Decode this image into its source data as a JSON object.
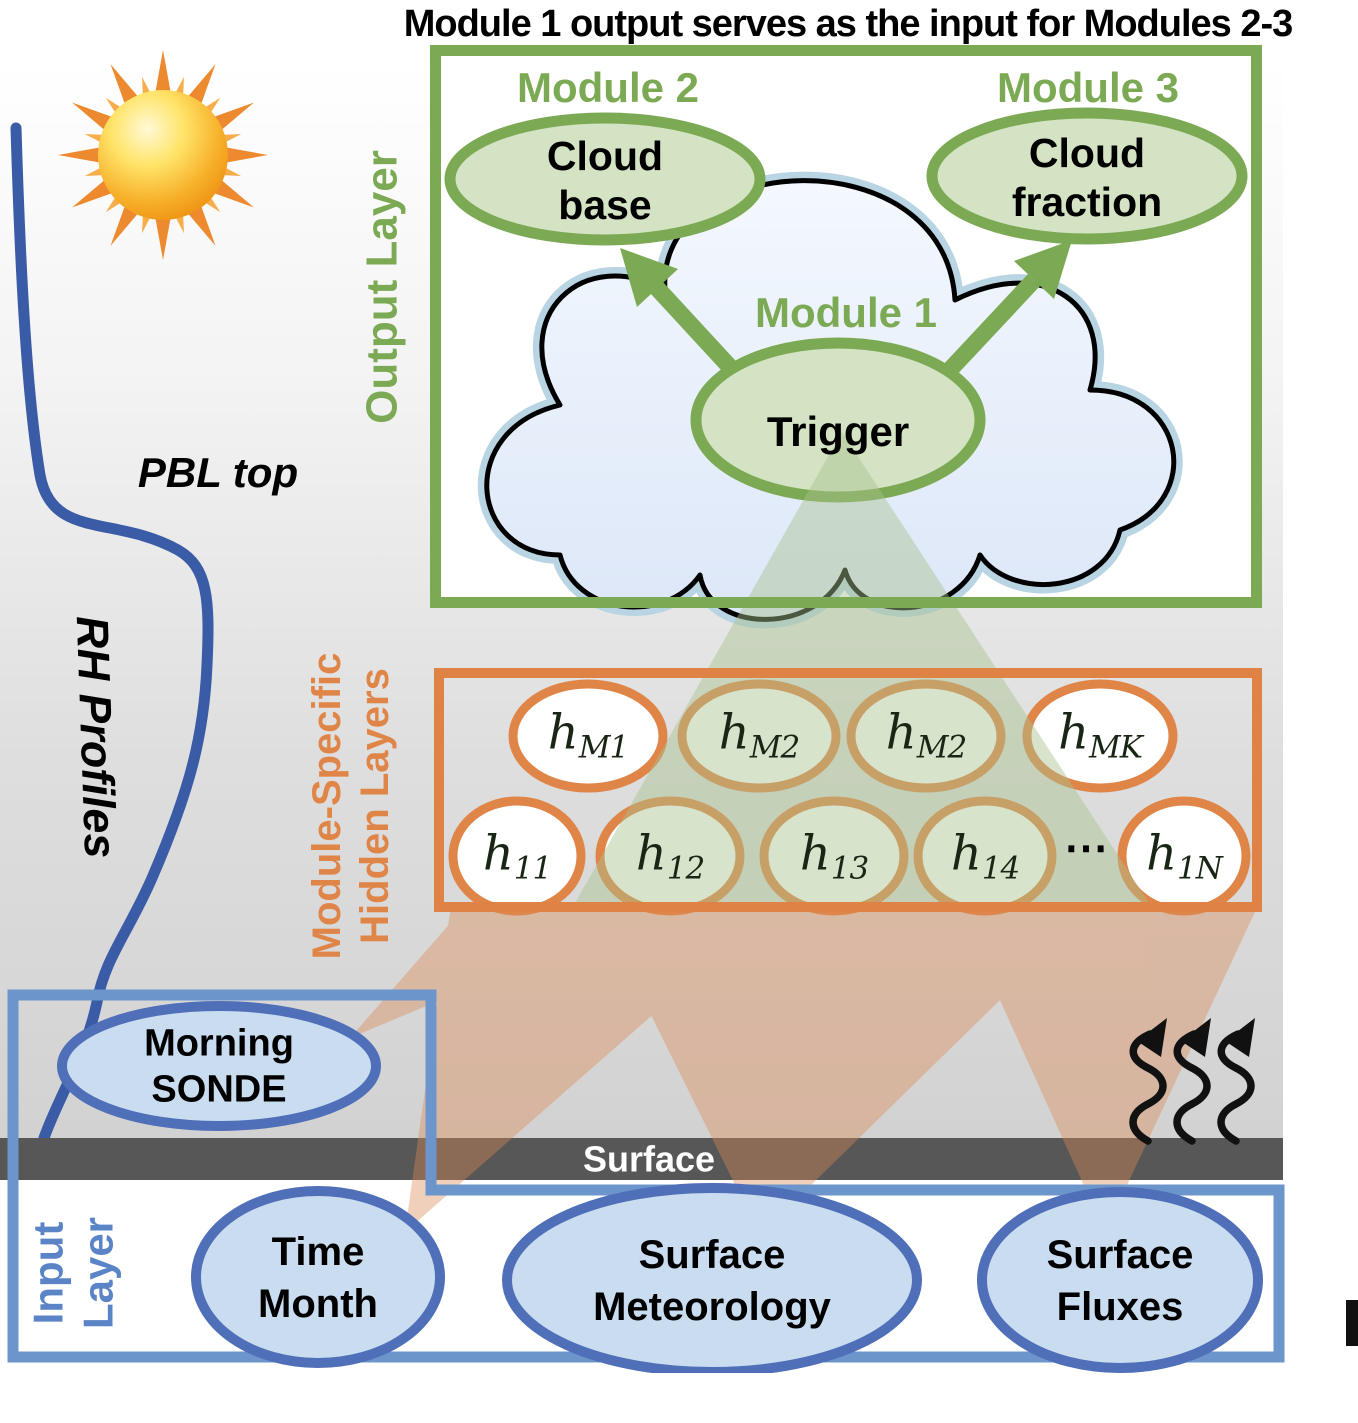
{
  "title": "Module 1 output serves as the input for Modules 2-3",
  "output_layer": {
    "label": "Output Layer",
    "module2_label": "Module 2",
    "module3_label": "Module 3",
    "module1_label": "Module 1",
    "cloud_base": "Cloud\nbase",
    "cloud_fraction": "Cloud\nfraction",
    "trigger": "Trigger"
  },
  "hidden_layer": {
    "label": "Module-Specific\nHidden Layers",
    "top_row": [
      {
        "v": "h",
        "s": "M1"
      },
      {
        "v": "h",
        "s": "M2"
      },
      {
        "v": "h",
        "s": "M2"
      },
      {
        "v": "h",
        "s": "MK"
      }
    ],
    "bottom_row": [
      {
        "v": "h",
        "s": "11"
      },
      {
        "v": "h",
        "s": "12"
      },
      {
        "v": "h",
        "s": "13"
      },
      {
        "v": "h",
        "s": "14"
      },
      {
        "v": "h",
        "s": "1N"
      }
    ],
    "ellipsis": "⋯"
  },
  "input_layer": {
    "label": "Input\nLayer",
    "morning_sonde": "Morning\nSONDE",
    "time_month": "Time\nMonth",
    "surface_meteorology": "Surface\nMeteorology",
    "surface_fluxes": "Surface\nFluxes"
  },
  "annotations": {
    "pbl_top": "PBL top",
    "rh_profiles": "RH Profiles",
    "surface": "Surface"
  },
  "icons": {
    "sun": "sun-icon",
    "cloud": "cloud-icon",
    "flux_arrows": "surface-flux-arrows-icon"
  },
  "colors": {
    "green": "#7CA953",
    "green_fill": "#D3E3C3",
    "orange": "#DF8245",
    "blue_dark": "#4F6FB8",
    "blue_box": "#6C96CB",
    "blue_fill": "#C9DCF0",
    "blue_text": "#5B84C6",
    "surface_gray": "#575757",
    "curve_blue": "#3A5BA5"
  }
}
